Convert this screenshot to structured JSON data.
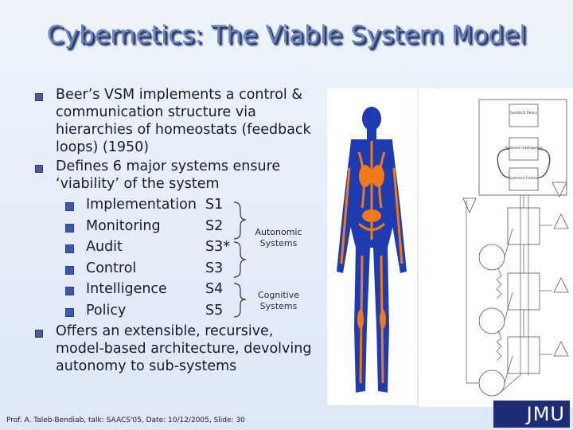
{
  "slide": {
    "title": "Cybernetics: The Viable System Model",
    "bullets": [
      "Beer’s VSM implements a control & communication structure via hierarchies of homeostats (feedback loops) (1950)",
      "Defines 6 major systems ensure ‘viability’ of the system",
      "Offers an extensible, recursive, model-based architecture, devolving autonomy to sub-systems"
    ],
    "systems": [
      {
        "name": "Implementation",
        "code": "S1"
      },
      {
        "name": "Monitoring",
        "code": "S2"
      },
      {
        "name": "Audit",
        "code": "S3*"
      },
      {
        "name": "Control",
        "code": "S3"
      },
      {
        "name": "Intelligence",
        "code": "S4"
      },
      {
        "name": "Policy",
        "code": "S5"
      }
    ],
    "groups": {
      "autonomic": "Autonomic Systems",
      "cognitive": "Cognitive Systems"
    },
    "diagram_labels": {
      "s5": "System5 Policy",
      "s4": "System4 Intelligence",
      "s3": "System3 Control"
    },
    "footer": "Prof. A. Taleb-Bendiab, talk: SAACS'05, Date: 10/12/2005, Slide: 30",
    "logo_text": "JMU"
  },
  "colors": {
    "title": "#6f86b8",
    "bullet": "#3d5aa8",
    "logo_bg": "#1e2d73",
    "body_blue": "#1e3cb0",
    "body_orange": "#f07a1a"
  }
}
